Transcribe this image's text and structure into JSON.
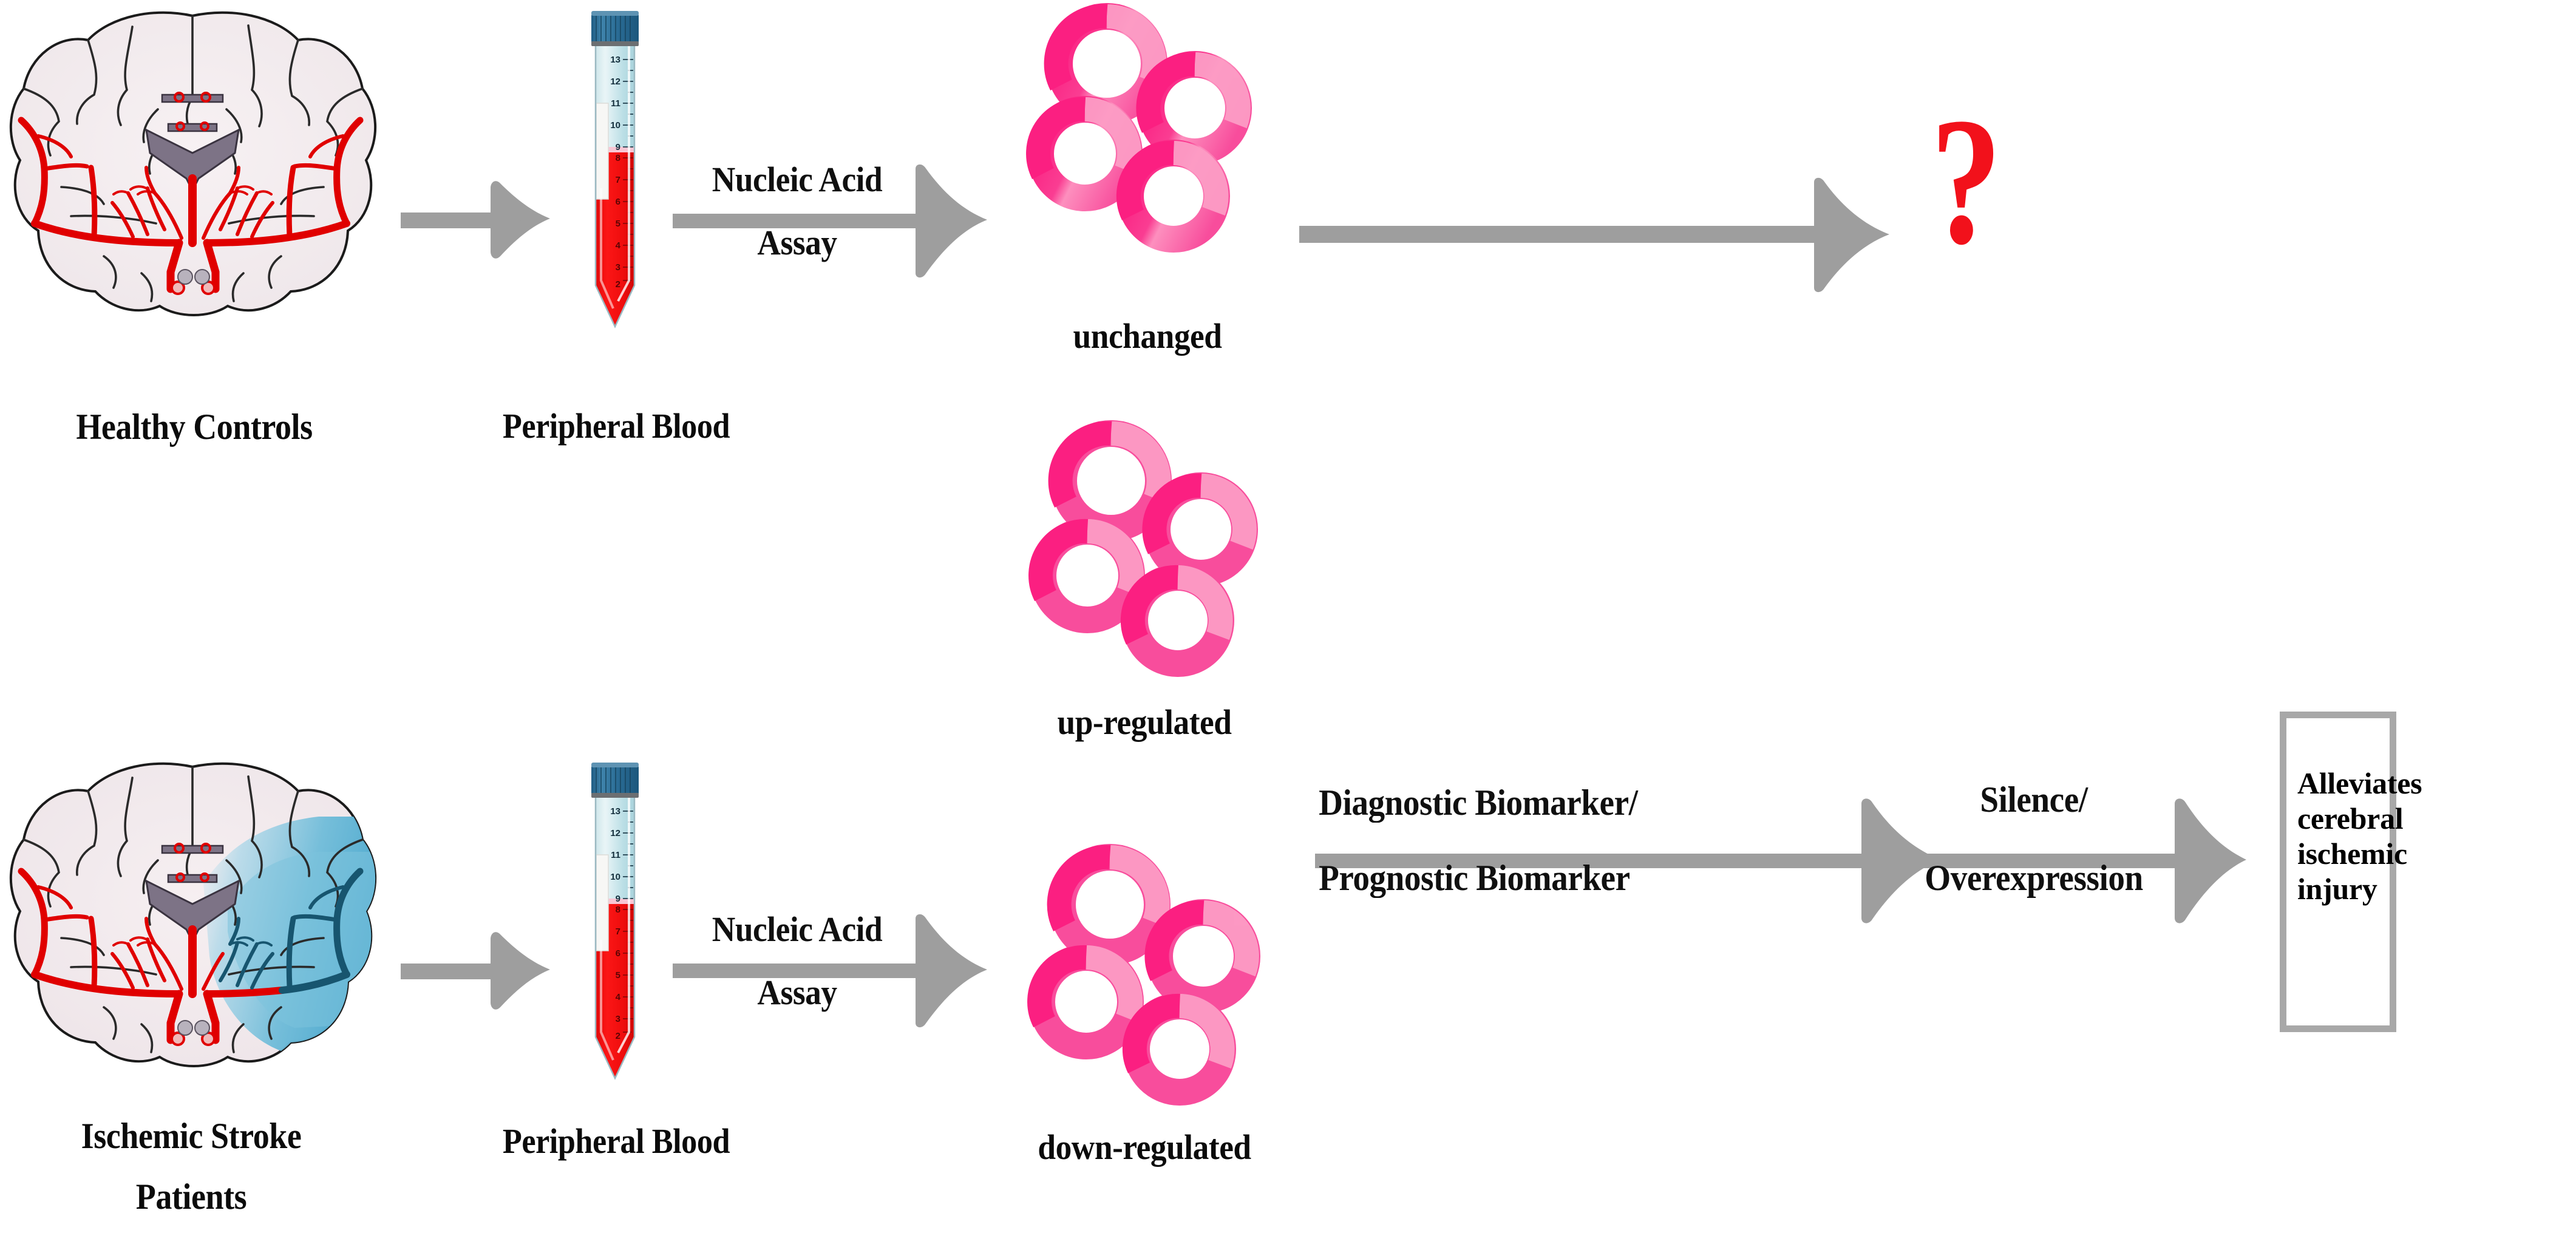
{
  "figure": {
    "type": "scientific-workflow-diagram",
    "topic": "circular RNA biomarkers in ischemic stroke",
    "background_color": "#ffffff",
    "arrow_color": "#9e9e9e",
    "ring_color": "#f92a86",
    "ring_highlight_color": "#fb7cb0",
    "blood_color": "#f41414",
    "cap_color": "#2d6f99",
    "question_color": "#f2111b",
    "box_border_color": "#a8a8a8"
  },
  "rows": {
    "top": {
      "brain_label": "Healthy Controls",
      "tube_label": "Peripheral Blood",
      "assay_label_line1": "Nucleic Acid",
      "assay_label_line2": "Assay",
      "rna_label": "unchanged",
      "outcome": "?"
    },
    "middle": {
      "rna_label": "up-regulated"
    },
    "bottom": {
      "brain_label_line1": "Ischemic Stroke",
      "brain_label_line2": "Patients",
      "tube_label": "Peripheral Blood",
      "assay_label_line1": "Nucleic Acid",
      "assay_label_line2": "Assay",
      "rna_label": "down-regulated",
      "biomarker_line1": "Diagnostic Biomarker/",
      "biomarker_line2": "Prognostic Biomarker",
      "intervention_line1": "Silence/",
      "intervention_line2": "Overexpression",
      "outcome_box": "Alleviates cerebral ischemic injury"
    }
  },
  "tube": {
    "graduations": [
      "13",
      "12",
      "11",
      "10",
      "9",
      "8",
      "7",
      "6",
      "5",
      "4",
      "3",
      "2"
    ]
  },
  "icons": {
    "brain_healthy": "brain-coronal-healthy-icon",
    "brain_ischemic": "brain-coronal-ischemic-icon",
    "tube": "blood-collection-tube-icon",
    "rna": "circular-rna-ring-icon",
    "arrow": "block-arrow-right-icon",
    "question": "question-mark-icon"
  }
}
